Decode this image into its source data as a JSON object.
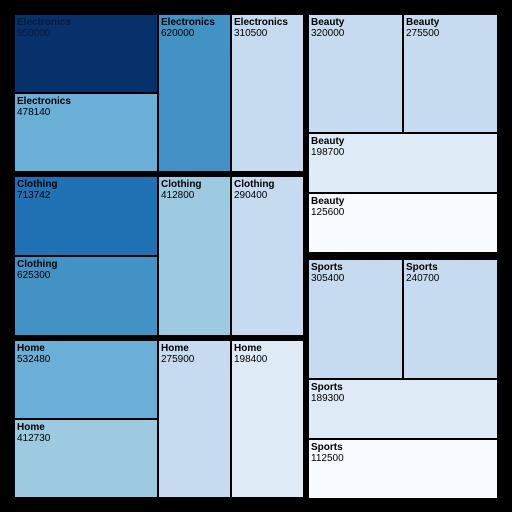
{
  "chart_data": {
    "type": "treemap",
    "title": "",
    "colors": {
      "background": "#000000",
      "scale": [
        "#f7fbff",
        "#deebf7",
        "#c6dbef",
        "#9ecae1",
        "#6baed6",
        "#4292c6",
        "#2171b5",
        "#08519c",
        "#08306b"
      ]
    },
    "groups": [
      {
        "name": "Electronics",
        "items": [
          {
            "name": "Electronics",
            "value": 950000
          },
          {
            "name": "Electronics",
            "value": 478140
          },
          {
            "name": "Electronics",
            "value": 620000
          },
          {
            "name": "Electronics",
            "value": 310500
          }
        ]
      },
      {
        "name": "Clothing",
        "items": [
          {
            "name": "Clothing",
            "value": 713742
          },
          {
            "name": "Clothing",
            "value": 625300
          },
          {
            "name": "Clothing",
            "value": 412800
          },
          {
            "name": "Clothing",
            "value": 290400
          }
        ]
      },
      {
        "name": "Home",
        "items": [
          {
            "name": "Home",
            "value": 532480
          },
          {
            "name": "Home",
            "value": 412730
          },
          {
            "name": "Home",
            "value": 275900
          },
          {
            "name": "Home",
            "value": 198400
          }
        ]
      },
      {
        "name": "Beauty",
        "items": [
          {
            "name": "Beauty",
            "value": 320000
          },
          {
            "name": "Beauty",
            "value": 275500
          },
          {
            "name": "Beauty",
            "value": 198700
          },
          {
            "name": "Beauty",
            "value": 125600
          }
        ]
      },
      {
        "name": "Sports",
        "items": [
          {
            "name": "Sports",
            "value": 305400
          },
          {
            "name": "Sports",
            "value": 240700
          },
          {
            "name": "Sports",
            "value": 189300
          },
          {
            "name": "Sports",
            "value": 112500
          }
        ]
      }
    ]
  }
}
